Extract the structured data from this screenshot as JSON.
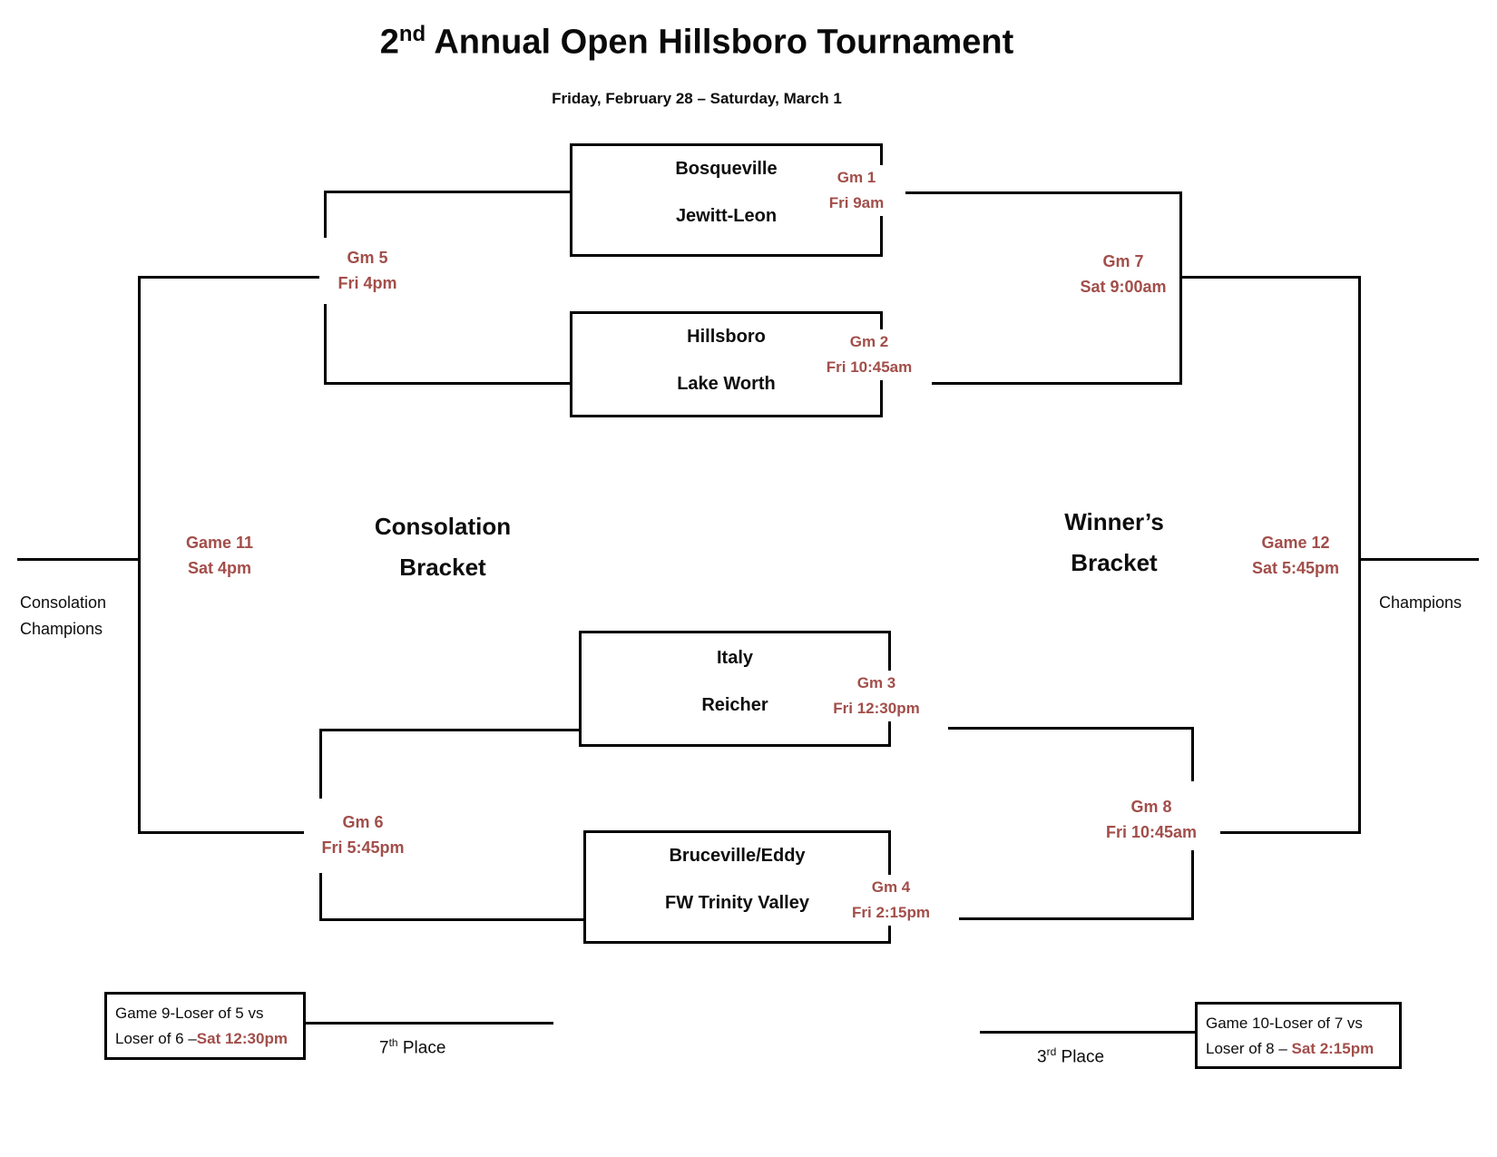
{
  "title": {
    "number": "2",
    "ordinal": "nd",
    "text": " Annual Open Hillsboro Tournament"
  },
  "subtitle": "Friday, February 28 – Saturday, March 1",
  "bracket_labels": {
    "left": {
      "line1": "Consolation",
      "line2": "Bracket"
    },
    "right": {
      "line1": "Winner’s",
      "line2": "Bracket"
    }
  },
  "champions": {
    "left": {
      "line1": "Consolation",
      "line2": "Champions"
    },
    "right": "Champions"
  },
  "matchups": [
    {
      "team_top": "Bosqueville",
      "team_bottom": "Jewitt-Leon",
      "game": "Gm 1",
      "time": "Fri 9am"
    },
    {
      "team_top": "Hillsboro",
      "team_bottom": "Lake Worth",
      "game": "Gm 2",
      "time": "Fri 10:45am"
    },
    {
      "team_top": "Italy",
      "team_bottom": "Reicher",
      "game": "Gm 3",
      "time": "Fri 12:30pm"
    },
    {
      "team_top": "Bruceville/Eddy",
      "team_bottom": "FW Trinity Valley",
      "game": "Gm 4",
      "time": "Fri 2:15pm"
    }
  ],
  "junctions": {
    "gm5": {
      "game": "Gm 5",
      "time": "Fri 4pm"
    },
    "gm6": {
      "game": "Gm 6",
      "time": "Fri 5:45pm"
    },
    "gm7": {
      "game": "Gm 7",
      "time": "Sat 9:00am"
    },
    "gm8": {
      "game": "Gm 8",
      "time": "Fri 10:45am"
    },
    "game11": {
      "game": "Game 11",
      "time": "Sat 4pm"
    },
    "game12": {
      "game": "Game 12",
      "time": "Sat 5:45pm"
    }
  },
  "placement_games": {
    "game9": {
      "line1": "Game 9-Loser of 5 vs",
      "line2_black": "Loser of 6 –",
      "line2_red": "Sat 12:30pm"
    },
    "game10": {
      "line1": "Game 10-Loser of 7 vs",
      "line2_black": "Loser of 8 – ",
      "line2_red": "Sat 2:15pm"
    }
  },
  "places": {
    "seventh": {
      "number": "7",
      "ordinal": "th",
      "text": " Place"
    },
    "third": {
      "number": "3",
      "ordinal": "rd",
      "text": " Place"
    }
  },
  "colors": {
    "accent": "#A24E4A",
    "line": "#000000"
  }
}
